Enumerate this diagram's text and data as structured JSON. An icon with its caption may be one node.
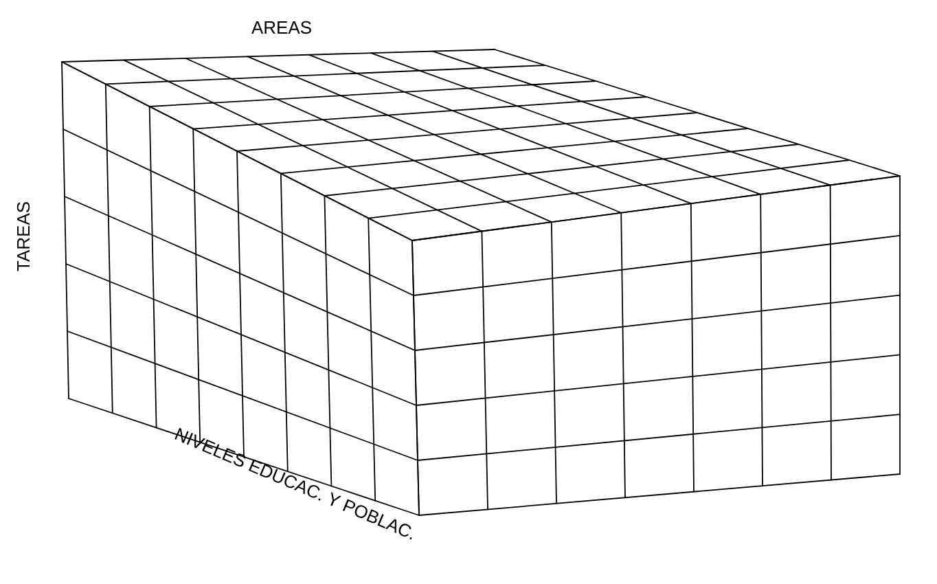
{
  "diagram": {
    "labels": [
      "AREAS",
      "TAREAS",
      "NIVELES EDUCAC. Y POBLAC."
    ]
  }
}
